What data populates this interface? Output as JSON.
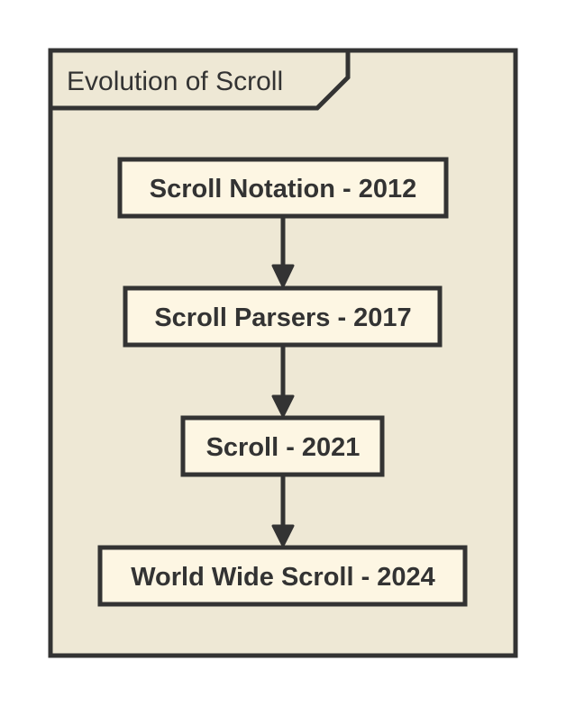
{
  "diagram": {
    "frame": {
      "title": "Evolution of Scroll"
    },
    "nodes": [
      {
        "label": "Scroll Notation - 2012"
      },
      {
        "label": "Scroll Parsers - 2017"
      },
      {
        "label": "Scroll - 2021"
      },
      {
        "label": "World Wide Scroll - 2024"
      }
    ],
    "edges": [
      {
        "from": 0,
        "to": 1
      },
      {
        "from": 1,
        "to": 2
      },
      {
        "from": 2,
        "to": 3
      }
    ],
    "colors": {
      "frame_fill": "#EEE8D5",
      "node_fill": "#FDF6E3",
      "stroke": "#333333",
      "text": "#333333"
    }
  }
}
